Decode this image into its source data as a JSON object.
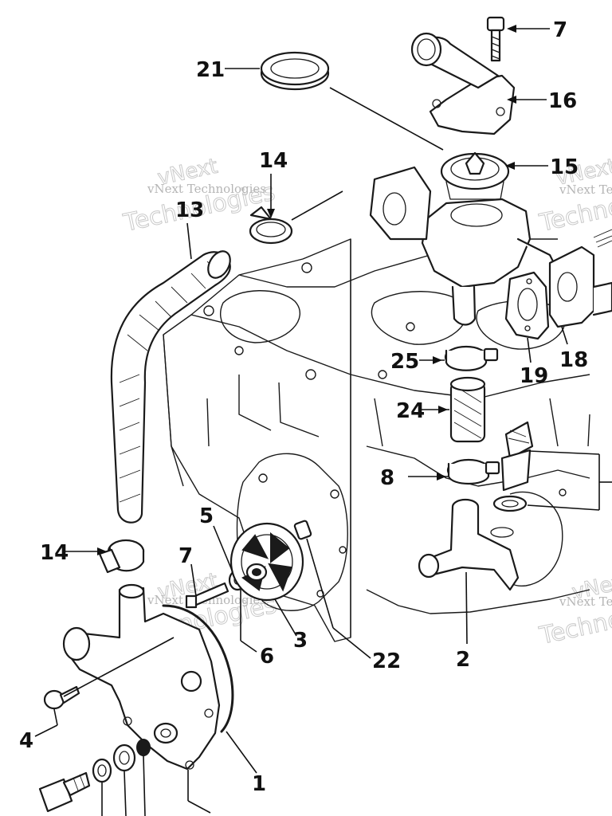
{
  "diagram": {
    "callouts": [
      {
        "id": "7",
        "text": "7"
      },
      {
        "id": "21",
        "text": "21"
      },
      {
        "id": "16",
        "text": "16"
      },
      {
        "id": "15",
        "text": "15"
      },
      {
        "id": "14",
        "text": "14"
      },
      {
        "id": "13",
        "text": "13"
      },
      {
        "id": "18",
        "text": "18"
      },
      {
        "id": "19",
        "text": "19"
      },
      {
        "id": "25",
        "text": "25"
      },
      {
        "id": "24",
        "text": "24"
      },
      {
        "id": "8",
        "text": "8"
      },
      {
        "id": "5",
        "text": "5"
      },
      {
        "id": "6",
        "text": "6"
      },
      {
        "id": "3",
        "text": "3"
      },
      {
        "id": "22",
        "text": "22"
      },
      {
        "id": "2",
        "text": "2"
      },
      {
        "id": "4",
        "text": "4"
      },
      {
        "id": "1",
        "text": "1"
      }
    ],
    "watermark": {
      "brand_line1": "vNext",
      "brand_line2": "Technologies",
      "brand_full": "vNext Technologies"
    }
  }
}
